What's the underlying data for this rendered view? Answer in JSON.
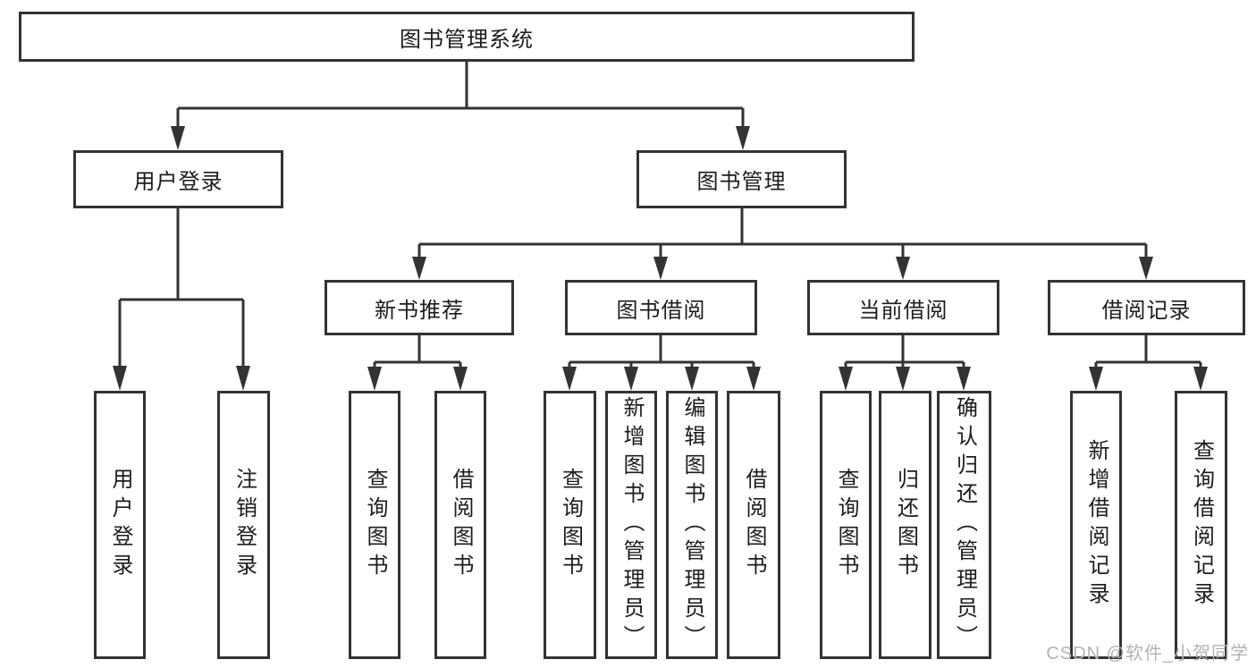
{
  "diagram": {
    "title": "图书管理系统",
    "level2": [
      "用户登录",
      "图书管理"
    ],
    "level3": [
      "新书推荐",
      "图书借阅",
      "当前借阅",
      "借阅记录"
    ],
    "leaves": {
      "user_login": [
        "用户登录",
        "注销登录"
      ],
      "new_book_recommend": [
        "查询图书",
        "借阅图书"
      ],
      "book_borrow": [
        "查询图书",
        "新增图书（管理员）",
        "编辑图书（管理员）",
        "借阅图书"
      ],
      "current_borrow": [
        "查询图书",
        "归还图书",
        "确认归还（管理员）"
      ],
      "borrow_records": [
        "新增借阅记录",
        "查询借阅记录"
      ]
    }
  },
  "watermark": "CSDN @软件_小贺同学",
  "colors": {
    "line": "#333333",
    "text": "#1c1c1e",
    "watermark": "#b3b3b3",
    "background": "#ffffff"
  }
}
